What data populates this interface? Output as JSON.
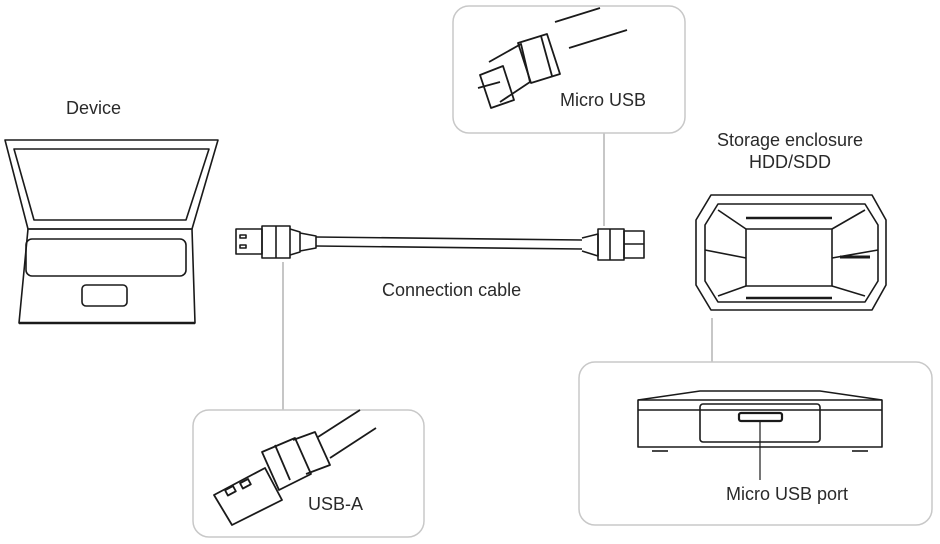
{
  "labels": {
    "device": "Device",
    "micro_usb": "Micro USB",
    "storage_line1": "Storage enclosure",
    "storage_line2": "HDD/SDD",
    "connection_cable": "Connection cable",
    "usb_a": "USB-A",
    "micro_usb_port": "Micro USB port"
  },
  "icons": [
    "laptop-icon",
    "usb-a-plug-icon",
    "micro-usb-plug-icon",
    "storage-enclosure-icon",
    "micro-usb-port-icon"
  ],
  "colors": {
    "stroke": "#1a1a1a",
    "callout_border": "#c8c8c8",
    "leader_line": "#b4b4b4",
    "text": "#2a2a2a"
  }
}
